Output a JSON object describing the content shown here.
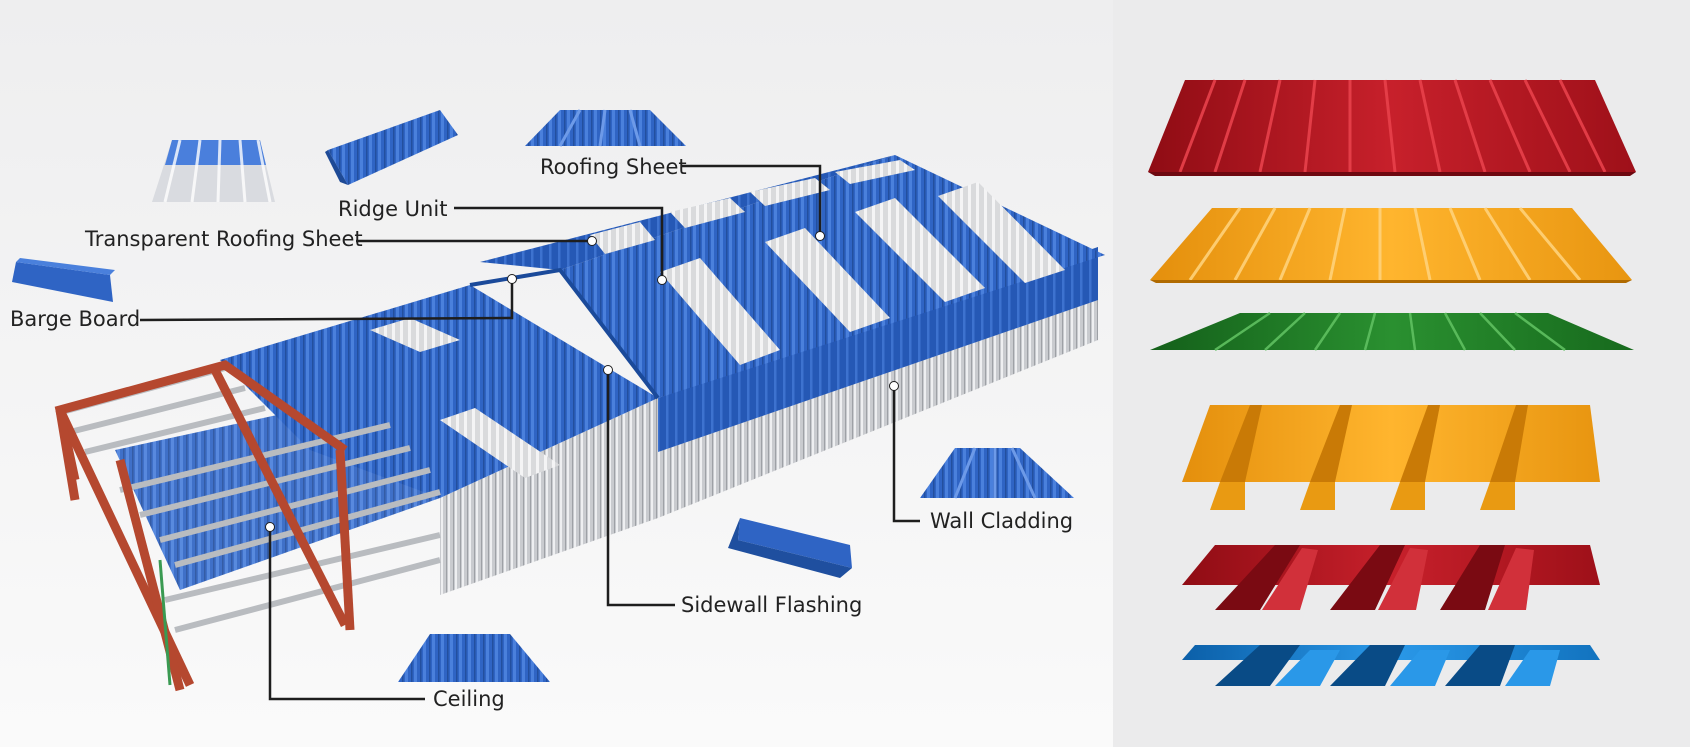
{
  "labels": {
    "roofing_sheet": "Roofing Sheet",
    "ridge_unit": "Ridge Unit",
    "transparent_roofing_sheet": "Transparent Roofing Sheet",
    "barge_board": "Barge Board",
    "wall_cladding": "Wall Cladding",
    "sidewall_flashing": "Sidewall Flashing",
    "ceiling": "Ceiling"
  },
  "colors": {
    "roof_blue": "#2f64c4",
    "cladding_grey": "#c8cbcf",
    "frame_red": "#b5482f",
    "panel_red": "#b5141f",
    "panel_orange": "#f5a51c",
    "panel_green": "#1f7a1f",
    "panel_blue": "#1f86d6",
    "leader_line": "#1e1e1e"
  },
  "swatches": [
    {
      "color": "panel_red"
    },
    {
      "color": "panel_orange"
    },
    {
      "color": "panel_green"
    },
    {
      "color": "panel_orange"
    },
    {
      "color": "panel_red"
    },
    {
      "color": "panel_blue"
    }
  ]
}
